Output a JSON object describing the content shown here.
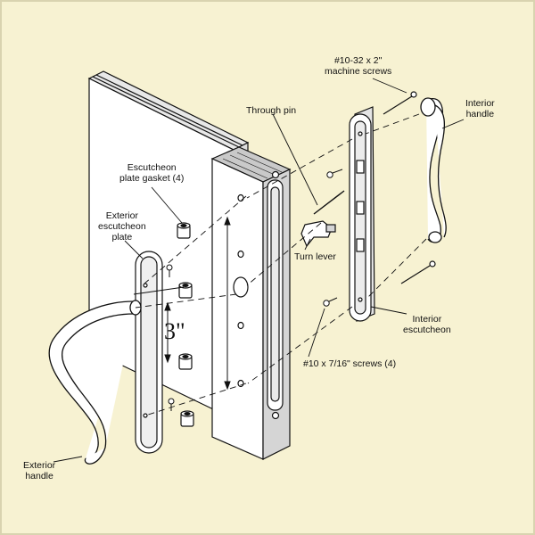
{
  "diagram": {
    "labels": {
      "machine_screws": [
        "#10-32 x 2\"",
        "machine screws"
      ],
      "interior_handle": [
        "Interior",
        "handle"
      ],
      "through_pin": "Through pin",
      "escutcheon_gasket": [
        "Escutcheon",
        "plate gasket (4)"
      ],
      "exterior_plate": [
        "Exterior",
        "escutcheon",
        "plate"
      ],
      "turn_lever": "Turn lever",
      "interior_escutcheon": [
        "Interior",
        "escutcheon"
      ],
      "small_screws": "#10 x 7/16\" screws (4)",
      "exterior_handle": [
        "Exterior",
        "handle"
      ],
      "spacing": "3\""
    }
  }
}
